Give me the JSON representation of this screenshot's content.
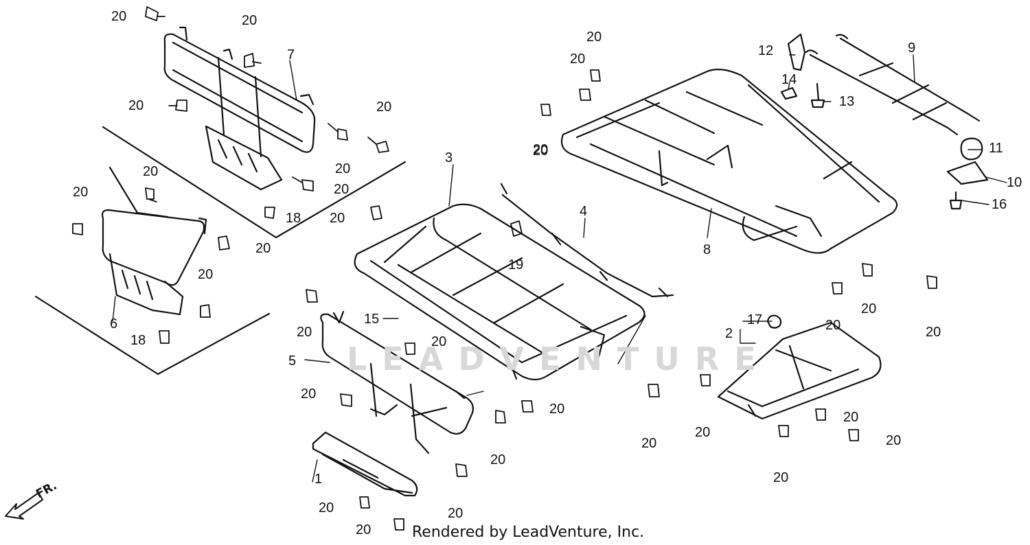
{
  "watermark": "LEADVENTURE",
  "footer": "Rendered by LeadVenture, Inc.",
  "front_marker": "FR.",
  "labels": [
    {
      "id": "a1",
      "text": "20"
    },
    {
      "id": "a2",
      "text": "20"
    },
    {
      "id": "a3",
      "text": "7"
    },
    {
      "id": "a4",
      "text": "20"
    },
    {
      "id": "a5",
      "text": "20"
    },
    {
      "id": "a6",
      "text": "20"
    },
    {
      "id": "a7",
      "text": "20"
    },
    {
      "id": "a8",
      "text": "18"
    },
    {
      "id": "a9",
      "text": "20"
    },
    {
      "id": "b1",
      "text": "20"
    },
    {
      "id": "b2",
      "text": "20"
    },
    {
      "id": "b3",
      "text": "20"
    },
    {
      "id": "b4",
      "text": "20"
    },
    {
      "id": "b5",
      "text": "6"
    },
    {
      "id": "b6",
      "text": "18"
    },
    {
      "id": "c1",
      "text": "3"
    },
    {
      "id": "c2",
      "text": "20"
    },
    {
      "id": "c3",
      "text": "4"
    },
    {
      "id": "c4",
      "text": "19"
    },
    {
      "id": "c5",
      "text": "15"
    },
    {
      "id": "c6",
      "text": "20"
    },
    {
      "id": "c7",
      "text": "20"
    },
    {
      "id": "c8",
      "text": "5"
    },
    {
      "id": "c9",
      "text": "20"
    },
    {
      "id": "c10",
      "text": "20"
    },
    {
      "id": "c11",
      "text": "20"
    },
    {
      "id": "c12",
      "text": "1"
    },
    {
      "id": "c13",
      "text": "20"
    },
    {
      "id": "c14",
      "text": "20"
    },
    {
      "id": "c15",
      "text": "20"
    },
    {
      "id": "c16",
      "text": "20"
    },
    {
      "id": "d1",
      "text": "20"
    },
    {
      "id": "d2",
      "text": "20"
    },
    {
      "id": "d3",
      "text": "20"
    },
    {
      "id": "d4",
      "text": "8"
    },
    {
      "id": "d5",
      "text": "12"
    },
    {
      "id": "d6",
      "text": "14"
    },
    {
      "id": "d7",
      "text": "13"
    },
    {
      "id": "d8",
      "text": "9"
    },
    {
      "id": "d9",
      "text": "11"
    },
    {
      "id": "d10",
      "text": "10"
    },
    {
      "id": "d11",
      "text": "16"
    },
    {
      "id": "d12",
      "text": "20"
    },
    {
      "id": "d13",
      "text": "20"
    },
    {
      "id": "d14",
      "text": "20"
    },
    {
      "id": "d15",
      "text": "17"
    },
    {
      "id": "d16",
      "text": "2"
    },
    {
      "id": "d17",
      "text": "20"
    },
    {
      "id": "d18",
      "text": "20"
    },
    {
      "id": "d19",
      "text": "20"
    },
    {
      "id": "d20",
      "text": "20"
    },
    {
      "id": "d21",
      "text": "20"
    }
  ]
}
